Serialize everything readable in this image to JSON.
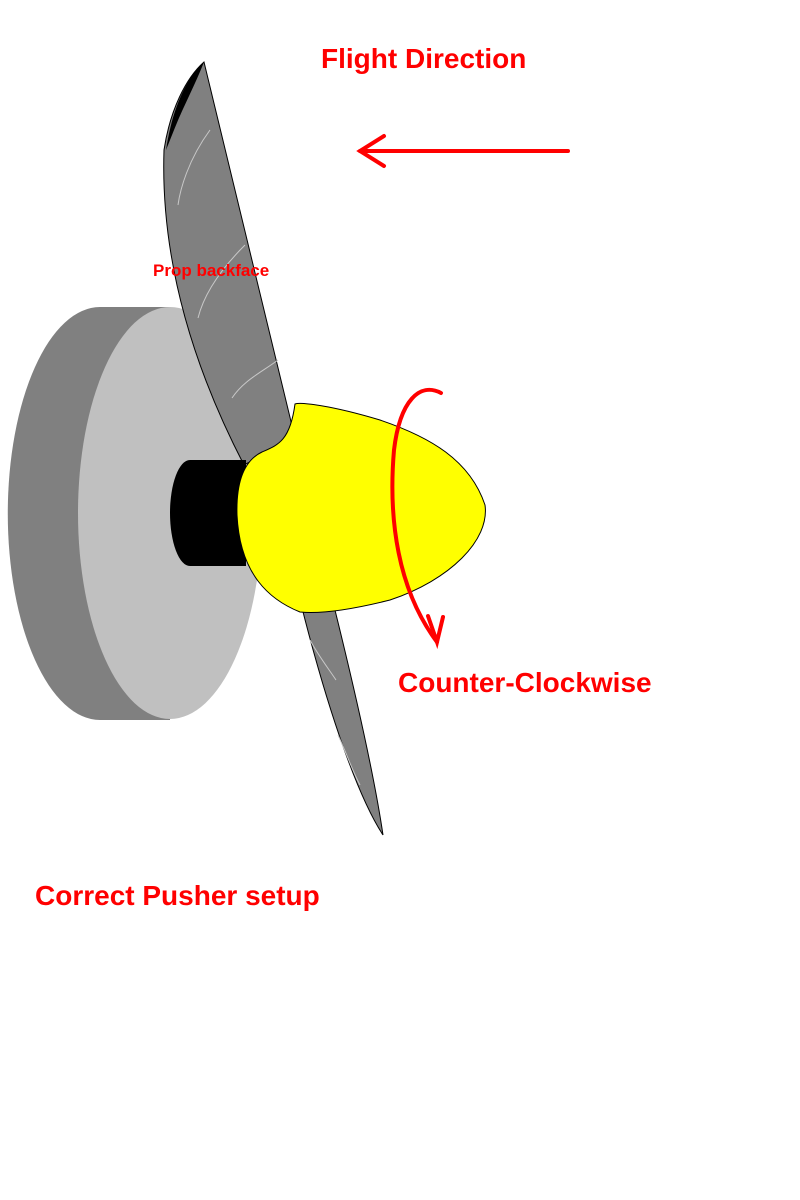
{
  "labels": {
    "flight_direction": "Flight Direction",
    "prop_backface": "Prop backface",
    "rotation": "Counter-Clockwise",
    "caption": "Correct Pusher setup"
  },
  "colors": {
    "annotation": "#ff0000",
    "motor_side": "#808080",
    "motor_face": "#c0c0c0",
    "shaft": "#000000",
    "spinner": "#ffff00",
    "blade": "#808080",
    "background": "#ffffff"
  }
}
